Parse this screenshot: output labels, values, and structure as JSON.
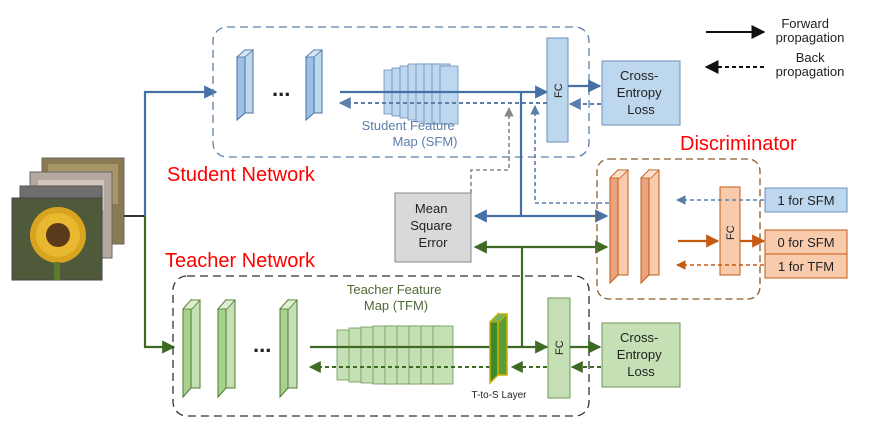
{
  "legend": {
    "forward": [
      "Forward",
      "propagation"
    ],
    "back": [
      "Back",
      "propagation"
    ]
  },
  "student": {
    "title": "Student Network",
    "feature_map": [
      "Student Feature",
      "Map (SFM)"
    ],
    "fc": "FC",
    "loss": [
      "Cross-",
      "Entropy",
      "Loss"
    ],
    "ellipsis": "..."
  },
  "teacher": {
    "title": "Teacher Network",
    "feature_map": [
      "Teacher Feature",
      "Map (TFM)"
    ],
    "fc": "FC",
    "loss": [
      "Cross-",
      "Entropy",
      "Loss"
    ],
    "ellipsis": "...",
    "t_to_s": "T-to-S Layer"
  },
  "discriminator": {
    "title": "Discriminator",
    "fc": "FC",
    "labels": [
      "1 for SFM",
      "0 for SFM",
      "1 for TFM"
    ]
  },
  "mse": [
    "Mean",
    "Square",
    "Error"
  ],
  "colors": {
    "blue_arrow": "#4472a6",
    "green_arrow": "#3e6b24",
    "orange_arrow": "#c55a11",
    "red_title": "#ff0000",
    "blue_fill": "#bdd7ee",
    "green_fill": "#c5e0b4",
    "orange_fill": "#f8cbad"
  }
}
